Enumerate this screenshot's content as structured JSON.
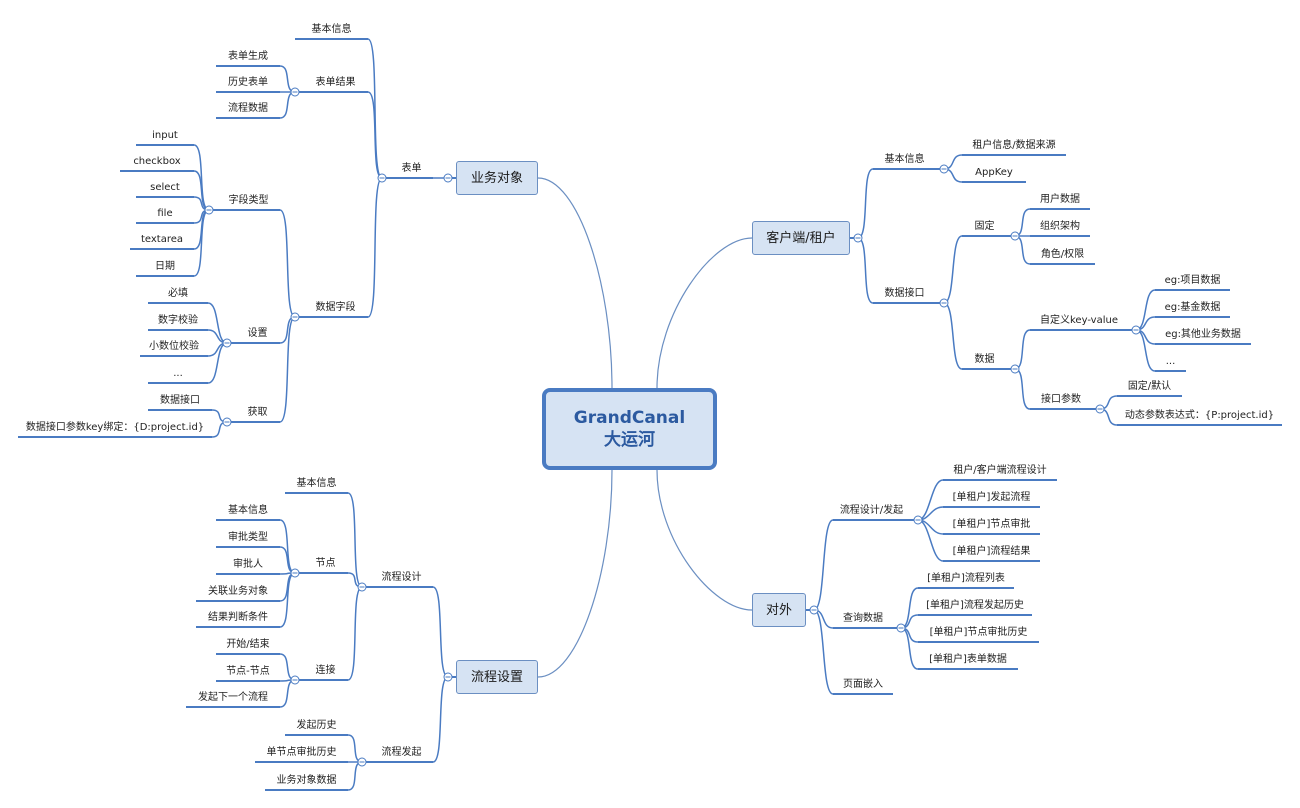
{
  "root": {
    "title": "GrandCanal",
    "subtitle": "大运河"
  },
  "branches": [
    {
      "label": "业务对象",
      "side": "left",
      "children": [
        {
          "label": "表单",
          "children": [
            {
              "label": "基本信息"
            },
            {
              "label": "表单结果",
              "children": [
                {
                  "label": "表单生成"
                },
                {
                  "label": "历史表单"
                },
                {
                  "label": "流程数据"
                }
              ]
            },
            {
              "label": "数据字段",
              "children": [
                {
                  "label": "字段类型",
                  "children": [
                    {
                      "label": "input"
                    },
                    {
                      "label": "checkbox"
                    },
                    {
                      "label": "select"
                    },
                    {
                      "label": "file"
                    },
                    {
                      "label": "textarea"
                    },
                    {
                      "label": "日期"
                    }
                  ]
                },
                {
                  "label": "设置",
                  "children": [
                    {
                      "label": "必填"
                    },
                    {
                      "label": "数字校验"
                    },
                    {
                      "label": "小数位校验"
                    },
                    {
                      "label": "..."
                    }
                  ]
                },
                {
                  "label": "获取",
                  "children": [
                    {
                      "label": "数据接口"
                    },
                    {
                      "label": "数据接口参数key绑定：{D:project.id}"
                    }
                  ]
                }
              ]
            }
          ]
        }
      ]
    },
    {
      "label": "流程设置",
      "side": "left",
      "children": [
        {
          "label": "流程设计",
          "children": [
            {
              "label": "基本信息"
            },
            {
              "label": "节点",
              "children": [
                {
                  "label": "基本信息"
                },
                {
                  "label": "审批类型"
                },
                {
                  "label": "审批人"
                },
                {
                  "label": "关联业务对象"
                },
                {
                  "label": "结果判断条件"
                }
              ]
            },
            {
              "label": "连接",
              "children": [
                {
                  "label": "开始/结束"
                },
                {
                  "label": "节点-节点"
                },
                {
                  "label": "发起下一个流程"
                }
              ]
            }
          ]
        },
        {
          "label": "流程发起",
          "children": [
            {
              "label": "发起历史"
            },
            {
              "label": "单节点审批历史"
            },
            {
              "label": "业务对象数据"
            }
          ]
        }
      ]
    },
    {
      "label": "客户端/租户",
      "side": "right",
      "children": [
        {
          "label": "基本信息",
          "children": [
            {
              "label": "租户信息/数据来源"
            },
            {
              "label": "AppKey"
            }
          ]
        },
        {
          "label": "数据接口",
          "children": [
            {
              "label": "固定",
              "children": [
                {
                  "label": "用户数据"
                },
                {
                  "label": "组织架构"
                },
                {
                  "label": "角色/权限"
                }
              ]
            },
            {
              "label": "数据",
              "children": [
                {
                  "label": "自定义key-value",
                  "children": [
                    {
                      "label": "eg:项目数据"
                    },
                    {
                      "label": "eg:基金数据"
                    },
                    {
                      "label": "eg:其他业务数据"
                    },
                    {
                      "label": "..."
                    }
                  ]
                },
                {
                  "label": "接口参数",
                  "children": [
                    {
                      "label": "固定/默认"
                    },
                    {
                      "label": "动态参数表达式：{P:project.id}"
                    }
                  ]
                }
              ]
            }
          ]
        }
      ]
    },
    {
      "label": "对外",
      "side": "right",
      "children": [
        {
          "label": "流程设计/发起",
          "children": [
            {
              "label": "租户/客户端流程设计"
            },
            {
              "label": "[单租户]发起流程"
            },
            {
              "label": "[单租户]节点审批"
            },
            {
              "label": "[单租户]流程结果"
            }
          ]
        },
        {
          "label": "查询数据",
          "children": [
            {
              "label": "[单租户]流程列表"
            },
            {
              "label": "[单租户]流程发起历史"
            },
            {
              "label": "[单租户]节点审批历史"
            },
            {
              "label": "[单租户]表单数据"
            }
          ]
        },
        {
          "label": "页面嵌入"
        }
      ]
    }
  ],
  "colors": {
    "line": "#4a7bc2",
    "curve": "#6b8fc2",
    "node_fill": "#d6e3f3",
    "root_border": "#4a7bc2"
  }
}
